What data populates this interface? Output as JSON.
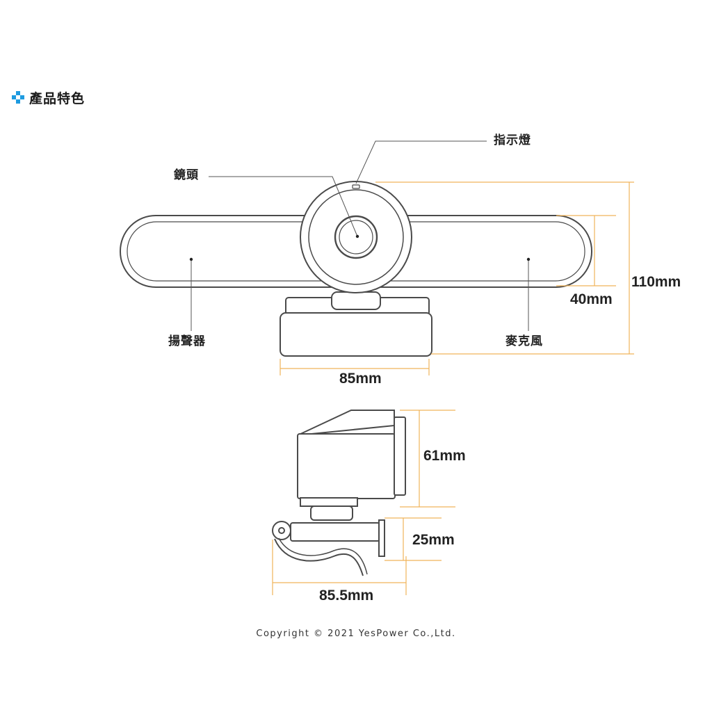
{
  "header": {
    "title": "產品特色",
    "icon": "blue-diamond-icon",
    "accent_color": "#1e9be0"
  },
  "labels": {
    "indicator": "指示燈",
    "lens": "鏡頭",
    "speaker": "揚聲器",
    "microphone": "麥克風"
  },
  "dimensions": {
    "front_width": "85mm",
    "total_height": "110mm",
    "bar_height": "40mm",
    "side_height": "61mm",
    "clip_height": "25mm",
    "side_depth": "85.5mm"
  },
  "colors": {
    "dimension_line": "#f0b35a",
    "outline": "#4a4a4a",
    "leader": "#555555"
  },
  "footer": {
    "copyright": "Copyright © 2021 YesPower Co.,Ltd."
  }
}
